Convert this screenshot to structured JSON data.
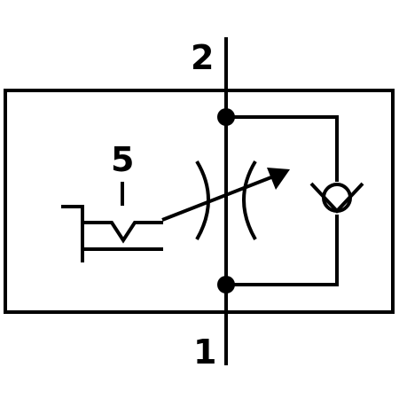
{
  "ports": {
    "top": "2",
    "bottom": "1",
    "actuator": "5"
  },
  "colors": {
    "stroke": "#000000",
    "background": "#ffffff"
  }
}
